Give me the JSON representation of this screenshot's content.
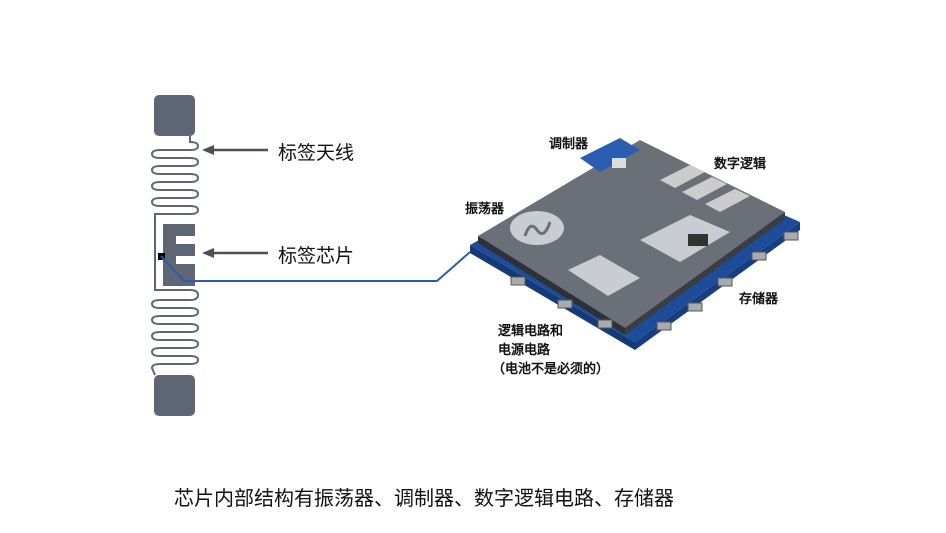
{
  "labels": {
    "antenna": "标签天线",
    "chip": "标签芯片",
    "modulator": "调制器",
    "digital_logic": "数字逻辑",
    "oscillator": "振荡器",
    "memory": "存储器",
    "power_line1": "逻辑电路和",
    "power_line2": "电源电路",
    "power_line3": "（电池不是必须的）"
  },
  "caption": "芯片内部结构有振荡器、调制器、数字逻辑电路、存储器",
  "colors": {
    "antenna": "#5e6675",
    "connector": "#2a5db0",
    "board": "#1d4d9a",
    "chip_top": "#6a6f78"
  }
}
